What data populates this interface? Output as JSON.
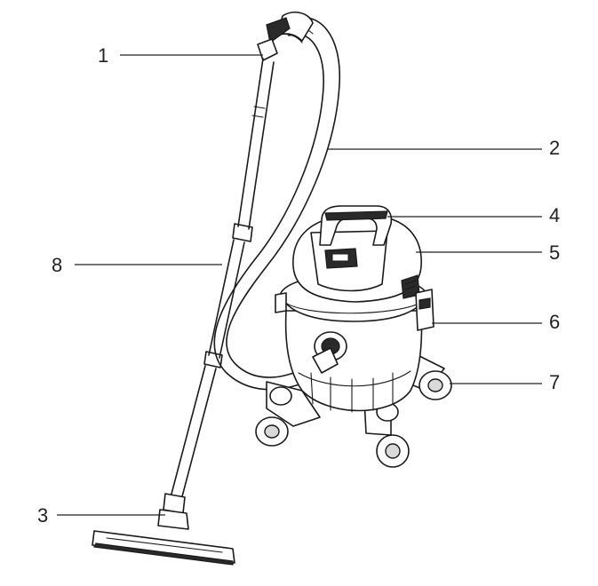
{
  "diagram": {
    "callouts": [
      {
        "id": "1",
        "label": "1"
      },
      {
        "id": "2",
        "label": "2"
      },
      {
        "id": "3",
        "label": "3"
      },
      {
        "id": "4",
        "label": "4"
      },
      {
        "id": "5",
        "label": "5"
      },
      {
        "id": "6",
        "label": "6"
      },
      {
        "id": "7",
        "label": "7"
      },
      {
        "id": "8",
        "label": "8"
      }
    ],
    "colors": {
      "ink": "#1a1a1a",
      "background": "#ffffff"
    }
  }
}
